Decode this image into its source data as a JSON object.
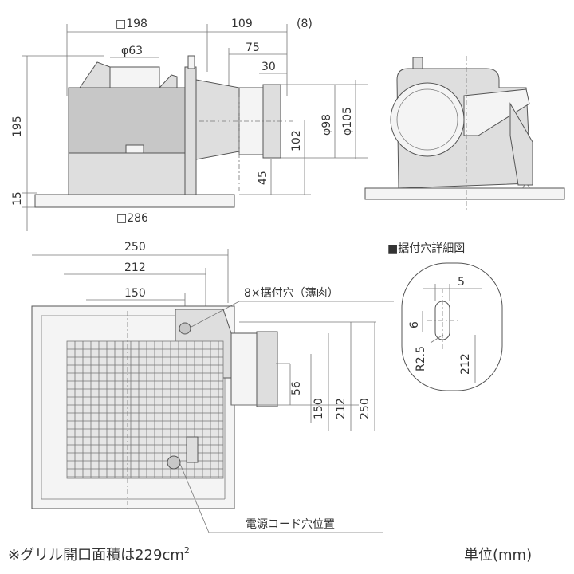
{
  "side_view": {
    "top_dims": [
      "□198",
      "109",
      "(8)"
    ],
    "duct_dims": [
      "φ63",
      "75",
      "30"
    ],
    "height_dim": "195",
    "base_dim": "15",
    "base_width": "□286",
    "duct_vertical": [
      "φ98",
      "φ105",
      "102",
      "45"
    ]
  },
  "plan_view": {
    "width_dims": [
      "250",
      "212",
      "150"
    ],
    "mount_holes_label": "8×据付穴（薄肉）",
    "vertical_dims": [
      "56",
      "150",
      "212",
      "250"
    ],
    "cord_label": "電源コード穴位置"
  },
  "detail": {
    "title": "■据付穴詳細図",
    "dims": [
      "5",
      "6",
      "R2.5",
      "212"
    ]
  },
  "footer": {
    "note": "※グリル開口面積は229cm",
    "note_sup": "2",
    "unit": "単位(mm)"
  }
}
